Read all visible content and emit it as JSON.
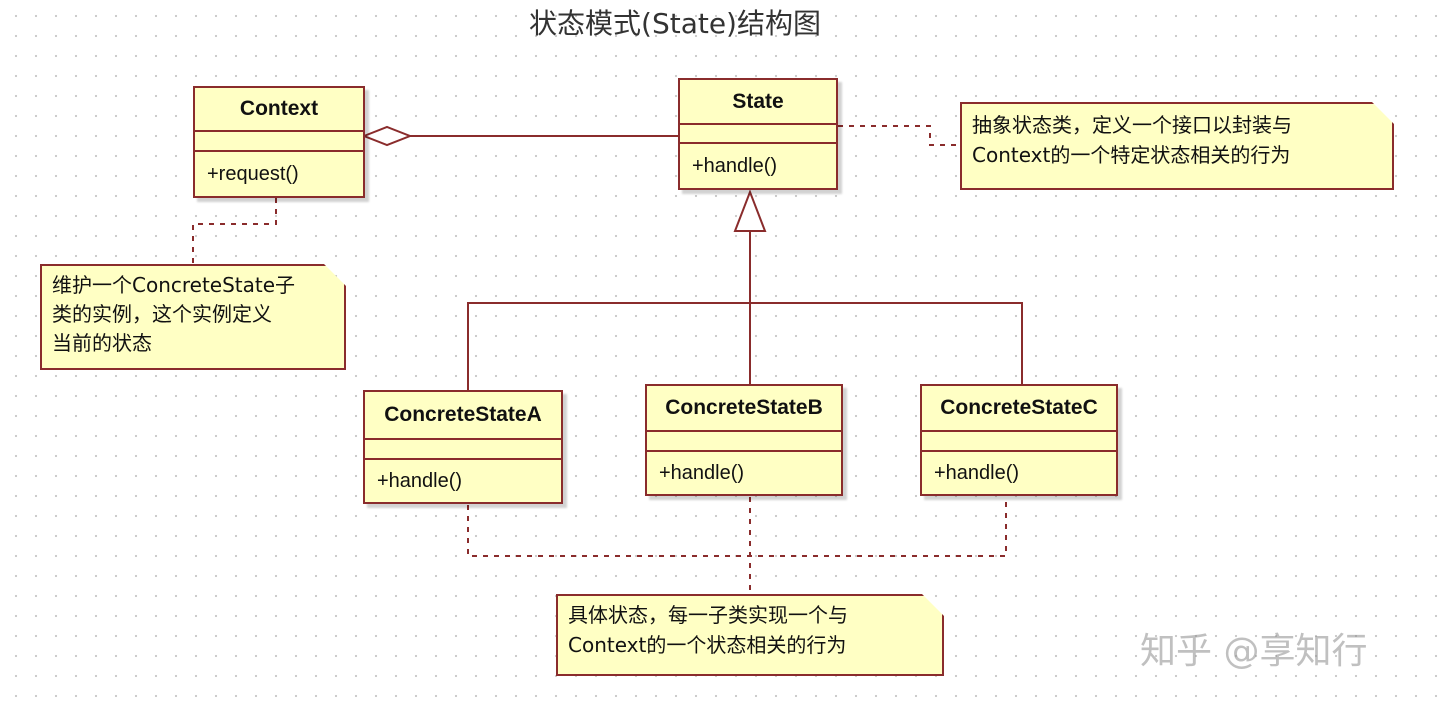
{
  "diagram": {
    "title": "状态模式(State)结构图",
    "classes": {
      "context": {
        "name": "Context",
        "operation": "+request()"
      },
      "state": {
        "name": "State",
        "operation": "+handle()"
      },
      "concrete_a": {
        "name": "ConcreteStateA",
        "operation": "+handle()"
      },
      "concrete_b": {
        "name": "ConcreteStateB",
        "operation": "+handle()"
      },
      "concrete_c": {
        "name": "ConcreteStateC",
        "operation": "+handle()"
      }
    },
    "notes": {
      "state_note": [
        "抽象状态类，定义一个接口以封装与",
        "Context的一个特定状态相关的行为"
      ],
      "context_note": [
        "维护一个ConcreteState子",
        "类的实例，这个实例定义",
        "当前的状态"
      ],
      "concrete_note": [
        "具体状态，每一子类实现一个与",
        "Context的一个状态相关的行为"
      ]
    },
    "relationships": [
      {
        "from": "Context",
        "to": "State",
        "type": "aggregation"
      },
      {
        "from": "ConcreteStateA",
        "to": "State",
        "type": "generalization"
      },
      {
        "from": "ConcreteStateB",
        "to": "State",
        "type": "generalization"
      },
      {
        "from": "ConcreteStateC",
        "to": "State",
        "type": "generalization"
      }
    ],
    "colors": {
      "box_fill": "#ffffc4",
      "box_border": "#8a2c2c",
      "line": "#8a2c2c"
    }
  },
  "watermark": "知乎 @享知行"
}
